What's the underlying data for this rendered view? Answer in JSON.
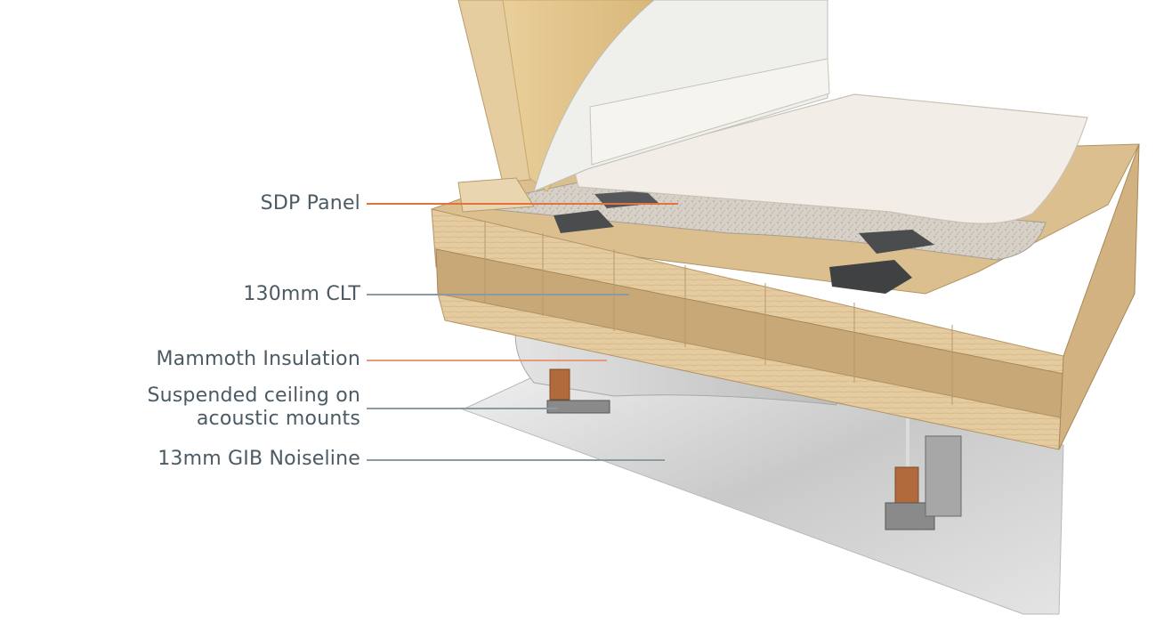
{
  "callouts": [
    {
      "id": "sdp",
      "text": "SDP Panel",
      "color": "#e0743c"
    },
    {
      "id": "clt",
      "text": "130mm CLT",
      "color": "#8c9aa2"
    },
    {
      "id": "insulation",
      "text": "Mammoth Insulation",
      "color": "#e89a78"
    },
    {
      "id": "ceiling",
      "text": [
        "Suspended ceiling on",
        "acoustic mounts"
      ],
      "color": "#8c9aa2"
    },
    {
      "id": "gib",
      "text": "13mm GIB Noiseline",
      "color": "#8c9aa2"
    }
  ],
  "colors": {
    "timber_light": "#e8d2a8",
    "timber_mid": "#d8b98a",
    "timber_band": "#c9a877",
    "floor_panel": "#f1ece4",
    "wall_white": "#efefec",
    "wall_insulation": "#e6c889",
    "acoustic_mat": "#d4cdc2",
    "rubber_pad": "#4a4c4e",
    "ceiling_sheet": "#d9d9d9",
    "bracket": "#b06a3c"
  }
}
